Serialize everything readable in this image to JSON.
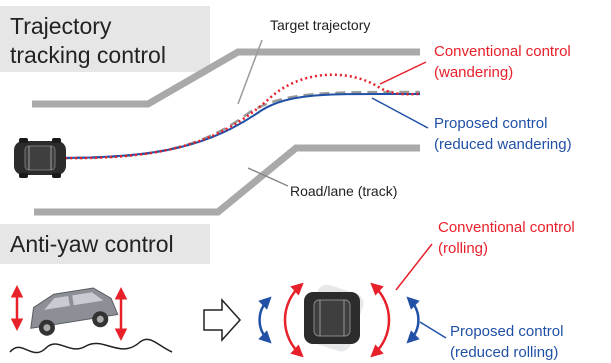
{
  "section_1": {
    "title_line1": "Trajectory",
    "title_line2": "tracking control"
  },
  "section_2": {
    "title": "Anti-yaw control"
  },
  "labels": {
    "target_trajectory": "Target trajectory",
    "conventional_1_line1": "Conventional control",
    "conventional_1_line2": "(wandering)",
    "proposed_1_line1": "Proposed control",
    "proposed_1_line2": "(reduced wandering)",
    "road": "Road/lane (track)",
    "conventional_2_line1": "Conventional control",
    "conventional_2_line2": "(rolling)",
    "proposed_2_line1": "Proposed control",
    "proposed_2_line2": "(reduced rolling)"
  },
  "colors": {
    "conventional": "#e8202a",
    "proposed": "#2151a6",
    "target": "#9a9a9a",
    "road": "#a9a9a9",
    "title_box": "#e6e6e6",
    "text": "#222222"
  }
}
